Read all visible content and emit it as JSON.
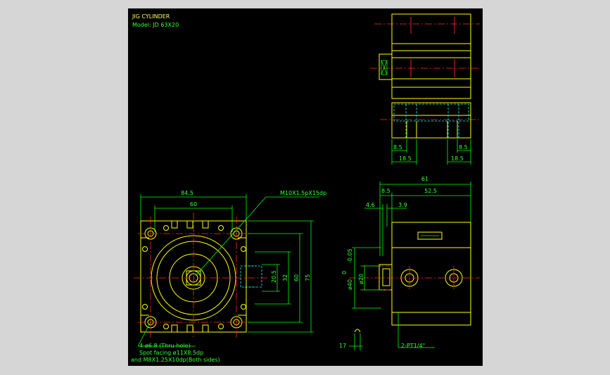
{
  "title_block": {
    "title": "JIG CYLINDER",
    "model": "Model: JD 63X20"
  },
  "front_view": {
    "dim_overall_width": "84.5",
    "dim_hole_pitch": "60",
    "dim_height_1": "20.5",
    "dim_height_2": "32",
    "dim_height_3": "60",
    "dim_height_4": "75",
    "thread_callout": "M10X1.5pX15dp",
    "note_line_1": "4-ø6.8 (Thru-hole)",
    "note_line_2": "Spot facing ø11X8.5dp",
    "note_line_3": "and M8X1.25X10dp(Both sides)"
  },
  "top_view": {
    "dim_left_small": "8.5",
    "dim_right_small": "8.5",
    "dim_left_large": "18.5",
    "dim_right_large": "18.5"
  },
  "side_view": {
    "dim_total": "61",
    "dim_flange": "8.5",
    "dim_body": "52.5",
    "dim_gap_left": "4.6",
    "dim_gap_right": "3.9",
    "dim_rod_dia": "ø20",
    "dim_pilot_dia": "ø40",
    "dim_tol": "-0.05",
    "dim_tol_upper": "0",
    "dim_bottom": "17",
    "port_callout": "2-PT1/4\""
  },
  "colors": {
    "background": "#000000",
    "outline": "#ffff00",
    "dimension": "#00ff00",
    "center_line": "#ff2a2a",
    "hidden_line": "#00ffff",
    "frame": "#d6d6d6"
  }
}
